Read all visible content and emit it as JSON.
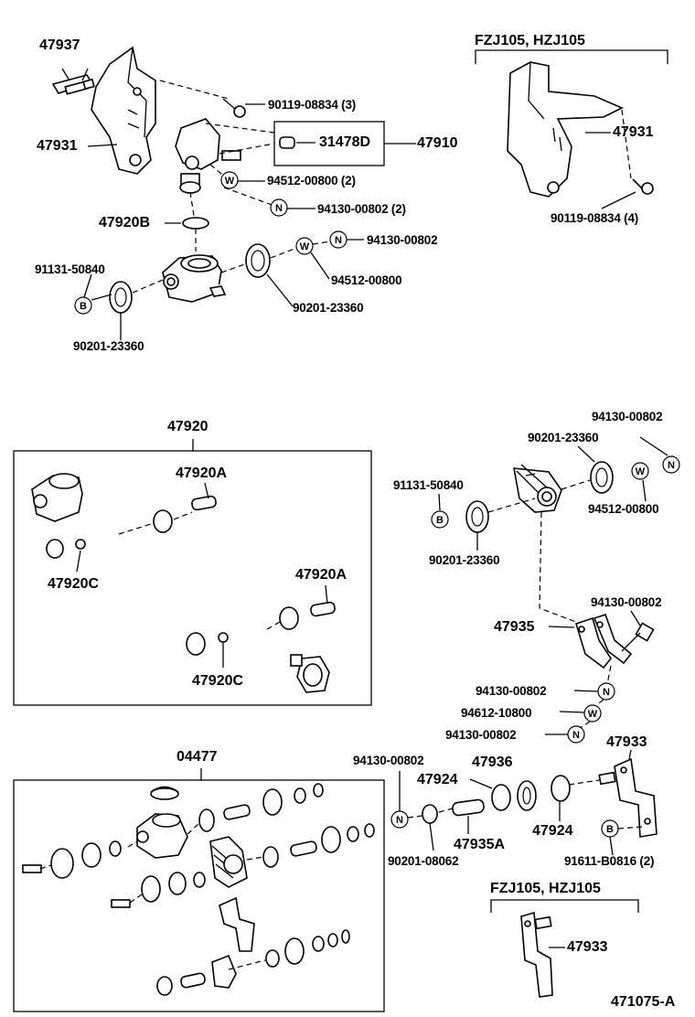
{
  "labels": {
    "p47937": "47937",
    "p47931_left": "47931",
    "p90119_top": "90119-08834 (3)",
    "p31478D": "31478D",
    "p47910": "47910",
    "p94512_800_2": "94512-00800 (2)",
    "p94130_802_2": "94130-00802 (2)",
    "p47920B": "47920B",
    "p91131_left": "91131-50840",
    "p90201_left_bottom": "90201-23360",
    "p94130_top": "94130-00802",
    "p94512_top": "94512-00800",
    "p90201_top": "90201-23360",
    "variant_top_right": "FZJ105, HZJ105",
    "p47931_right": "47931",
    "p90119_right": "90119-08834 (4)",
    "p47920": "47920",
    "p47920A_1": "47920A",
    "p47920C_1": "47920C",
    "p47920A_2": "47920A",
    "p47920C_2": "47920C",
    "p94130_right_top": "94130-00802",
    "p90201_right_top": "90201-23360",
    "p91131_right": "91131-50840",
    "p94512_right": "94512-00800",
    "p90201_right_bottom": "90201-23360",
    "p94130_mid": "94130-00802",
    "p47935": "47935",
    "p94130_mid2": "94130-00802",
    "p94612": "94612-10800",
    "p94130_mid3": "94130-00802",
    "p47933": "47933",
    "p04477": "04477",
    "p94130_low": "94130-00802",
    "p47936": "47936",
    "p47924_1": "47924",
    "p47924_2": "47924",
    "p47935A": "47935A",
    "p90201_08062": "90201-08062",
    "p91611": "91611-B0816 (2)",
    "variant_bottom_right": "FZJ105, HZJ105",
    "p47933_b": "47933",
    "diagram_id": "471075-A"
  },
  "callout_letters": {
    "washer": "W",
    "nut": "N",
    "bolt": "B"
  }
}
